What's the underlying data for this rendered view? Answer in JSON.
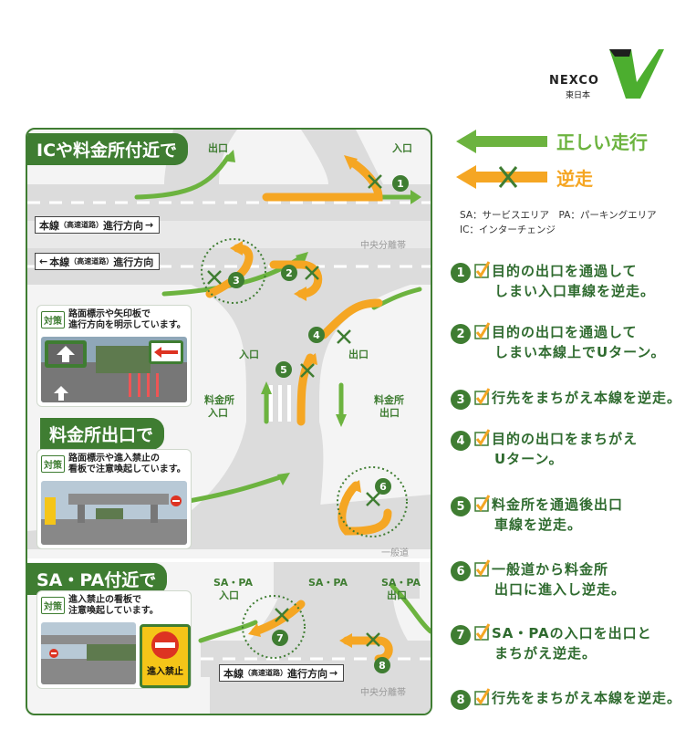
{
  "logo": {
    "name": "NEXCO",
    "sub": "東日本",
    "icon": "nexco-checkmark-logo",
    "color": "#4cae2f"
  },
  "colors": {
    "correct": "#6cb33f",
    "wrong": "#f5a623",
    "dark_green": "#3f7d32"
  },
  "legend": {
    "correct_label": "正しい走行",
    "wrong_label": "逆走"
  },
  "abbreviations": {
    "line1": "SA：サービスエリア　PA：パーキングエリア",
    "line2": "IC：インターチェンジ"
  },
  "sections": {
    "ic": {
      "title": "ICや料金所付近で"
    },
    "toll": {
      "title": "料金所出口で"
    },
    "sapa": {
      "title": "SA・PA付近で"
    }
  },
  "cards": {
    "ic": {
      "tag": "対策",
      "text1": "路面標示や矢印板で",
      "text2": "進行方向を明示しています。"
    },
    "toll": {
      "tag": "対策",
      "text1": "路面標示や進入禁止の",
      "text2": "看板で注意喚起しています。"
    },
    "sapa": {
      "tag": "対策",
      "text1": "進入禁止の看板で",
      "text2": "注意喚起しています。",
      "sign": "進入禁止"
    }
  },
  "map_labels": {
    "exit_top_left": "出口",
    "entrance_top_right": "入口",
    "mainline_right": "本線",
    "mainline_right_small": "（高速道路）",
    "direction_suffix": "進行方向",
    "median": "中央分離帯",
    "entrance_mid": "入口",
    "exit_mid": "出口",
    "toll_entrance_a": "料金所",
    "toll_entrance_b": "入口",
    "toll_exit_a": "料金所",
    "toll_exit_b": "出口",
    "general_road": "一般道",
    "sapa_center": "SA・PA",
    "sapa_entrance_a": "SA・PA",
    "sapa_entrance_b": "入口",
    "sapa_exit_a": "SA・PA",
    "sapa_exit_b": "出口",
    "median_bottom": "中央分離帯"
  },
  "markers": [
    "1",
    "2",
    "3",
    "4",
    "5",
    "6",
    "7",
    "8"
  ],
  "items": [
    {
      "num": "1",
      "line1": "目的の出口を通過して",
      "line2": "しまい入口車線を逆走。"
    },
    {
      "num": "2",
      "line1": "目的の出口を通過して",
      "line2": "しまい本線上でUターン。"
    },
    {
      "num": "3",
      "line1": "行先をまちがえ本線を逆走。",
      "line2": ""
    },
    {
      "num": "4",
      "line1": "目的の出口をまちがえ",
      "line2": "Uターン。"
    },
    {
      "num": "5",
      "line1": "料金所を通過後出口",
      "line2": "車線を逆走。"
    },
    {
      "num": "6",
      "line1": "一般道から料金所",
      "line2": "出口に進入し逆走。"
    },
    {
      "num": "7",
      "line1": "SA・PAの入口を出口と",
      "line2": "まちがえ逆走。"
    },
    {
      "num": "8",
      "line1": "行先をまちがえ本線を逆走。",
      "line2": ""
    }
  ]
}
